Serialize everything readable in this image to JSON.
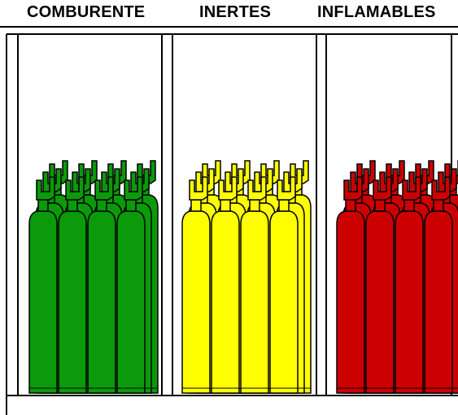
{
  "labels": {
    "comburente": "COMBURENTE",
    "inertes": "INERTES",
    "inflamables": "INFLAMABLES"
  },
  "compartments": [
    {
      "label_key": "comburente",
      "color": "#0a9a0a",
      "stroke": "#000000",
      "cylinder_icon": "gas-cylinder-icon"
    },
    {
      "label_key": "inertes",
      "color": "#ffff00",
      "stroke": "#000000",
      "cylinder_icon": "gas-cylinder-icon"
    },
    {
      "label_key": "inflamables",
      "color": "#cc0000",
      "stroke": "#000000",
      "cylinder_icon": "gas-cylinder-icon"
    }
  ],
  "colors": {
    "frame": "#000000",
    "background": "#ffffff"
  }
}
